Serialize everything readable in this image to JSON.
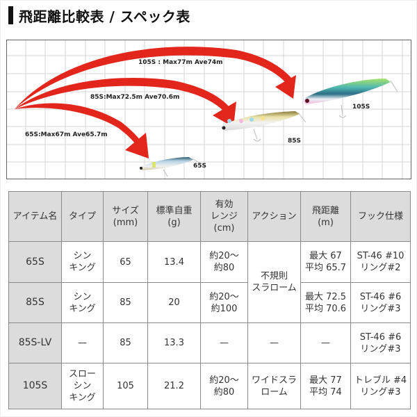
{
  "heading": {
    "title": "飛距離比較表 / スペック表"
  },
  "distance_chart": {
    "labels": [
      {
        "model": "105S",
        "text": "105S : Max77m Ave74m"
      },
      {
        "model": "85S",
        "text": "85S:Max72.5m Ave70.6m"
      },
      {
        "model": "65S",
        "text": "65S:Max67m Ave65.7m"
      }
    ],
    "lures": [
      {
        "model": "65S",
        "label": "65S"
      },
      {
        "model": "85S",
        "label": "85S"
      },
      {
        "model": "105S",
        "label": "105S"
      }
    ],
    "colors": {
      "arrow": "#e3261c",
      "grid": "#d0d0d0",
      "border": "#666666"
    }
  },
  "spec_table": {
    "headers": [
      [
        "アイテム名"
      ],
      [
        "タイプ"
      ],
      [
        "サイズ",
        "(mm)"
      ],
      [
        "標準自重",
        "(g)"
      ],
      [
        "有効",
        "レンジ",
        "(cm)"
      ],
      [
        "アクション"
      ],
      [
        "飛距離",
        "(m)"
      ],
      [
        "フック仕様"
      ]
    ],
    "rows": [
      {
        "name": "65S",
        "type": [
          "シン",
          "キング"
        ],
        "size": "65",
        "weight": "13.4",
        "range": [
          "約20～",
          "約80"
        ],
        "distance": [
          "最大 67",
          "平均 65.7"
        ],
        "hook": [
          "ST-46 #10",
          "リング#2"
        ]
      },
      {
        "name": "85S",
        "type": [
          "シン",
          "キング"
        ],
        "size": "85",
        "weight": "20",
        "range": [
          "約20～",
          "約100"
        ],
        "distance": [
          "最大 72.5",
          "平均 70.6"
        ],
        "hook": [
          "ST-46 #6",
          "リング#3"
        ]
      },
      {
        "name": "85S-LV",
        "type": [
          "—"
        ],
        "size": "85",
        "weight": "13.3",
        "range": [
          "—"
        ],
        "action": [
          "—"
        ],
        "distance": [
          "—"
        ],
        "hook": [
          "ST-46 #6",
          "リング#3"
        ]
      },
      {
        "name": "105S",
        "type": [
          "スロー",
          "シン",
          "キング"
        ],
        "size": "105",
        "weight": "21.2",
        "range": [
          "約20～",
          "約80"
        ],
        "action": [
          "ワイドスラ",
          "ローム"
        ],
        "distance": [
          "最大 77",
          "平均 74"
        ],
        "hook": [
          "トレブル #4",
          "リング#3"
        ]
      }
    ],
    "shared_action_rows_1_2": [
      "不規則",
      "スラローム"
    ],
    "colors": {
      "header_bg": "#dcdcdc",
      "border": "#8a8a8a"
    }
  }
}
